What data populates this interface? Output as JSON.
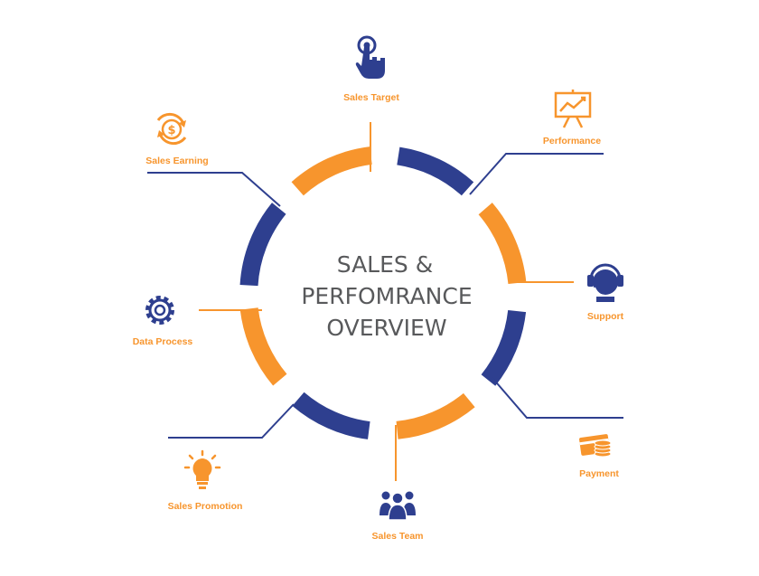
{
  "colors": {
    "navy": "#2e3f8f",
    "orange": "#f7952d",
    "center_text": "#58595b",
    "background": "#ffffff"
  },
  "center": {
    "line1": "SALES &",
    "line2": "PERFOMRANCE",
    "line3": "OVERVIEW"
  },
  "nodes": {
    "sales_target": {
      "label": "Sales Target",
      "icon": "touch-hand-icon",
      "color": "#2e3f8f"
    },
    "performance": {
      "label": "Performance",
      "icon": "presentation-chart-icon",
      "color": "#f7952d"
    },
    "support": {
      "label": "Support",
      "icon": "headset-icon",
      "color": "#2e3f8f"
    },
    "payment": {
      "label": "Payment",
      "icon": "card-coins-icon",
      "color": "#f7952d"
    },
    "sales_team": {
      "label": "Sales Team",
      "icon": "people-group-icon",
      "color": "#2e3f8f"
    },
    "sales_promotion": {
      "label": "Sales Promotion",
      "icon": "lightbulb-icon",
      "color": "#f7952d"
    },
    "data_process": {
      "label": "Data Process",
      "icon": "gear-icon",
      "color": "#2e3f8f"
    },
    "sales_earning": {
      "label": "Sales Earning",
      "icon": "dollar-cycle-icon",
      "color": "#f7952d"
    }
  }
}
